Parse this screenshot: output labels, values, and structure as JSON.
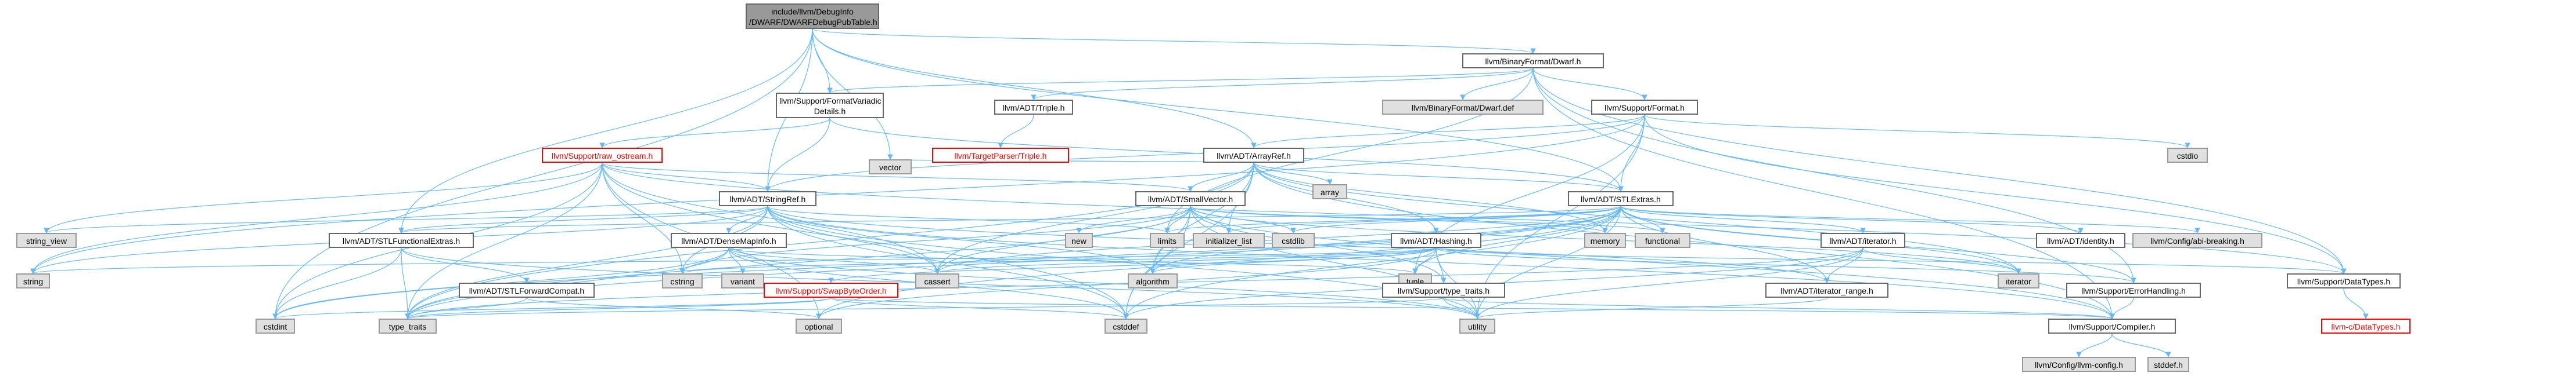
{
  "diagram": {
    "nodes": [
      {
        "id": "root",
        "label": "include/llvm/DebugInfo\n/DWARF/DWARFDebugPubTable.h",
        "kind": "root"
      },
      {
        "id": "bfdwarf",
        "label": "llvm/BinaryFormat/Dwarf.h",
        "kind": "local"
      },
      {
        "id": "fmtvar",
        "label": "llvm/Support/FormatVariadic\nDetails.h",
        "kind": "local"
      },
      {
        "id": "triple",
        "label": "llvm/ADT/Triple.h",
        "kind": "local"
      },
      {
        "id": "dwarfdef",
        "label": "llvm/BinaryFormat/Dwarf.def",
        "kind": "ext"
      },
      {
        "id": "format",
        "label": "llvm/Support/Format.h",
        "kind": "local"
      },
      {
        "id": "cstdio",
        "label": "cstdio",
        "kind": "ext"
      },
      {
        "id": "rawostream",
        "label": "llvm/Support/raw_ostream.h",
        "kind": "red"
      },
      {
        "id": "tptriple",
        "label": "llvm/TargetParser/Triple.h",
        "kind": "red"
      },
      {
        "id": "arrayref",
        "label": "llvm/ADT/ArrayRef.h",
        "kind": "local"
      },
      {
        "id": "vector",
        "label": "vector",
        "kind": "ext"
      },
      {
        "id": "array",
        "label": "array",
        "kind": "ext"
      },
      {
        "id": "stlextras",
        "label": "llvm/ADT/STLExtras.h",
        "kind": "local"
      },
      {
        "id": "stringref",
        "label": "llvm/ADT/StringRef.h",
        "kind": "local"
      },
      {
        "id": "smallvector",
        "label": "llvm/ADT/SmallVector.h",
        "kind": "local"
      },
      {
        "id": "string_view",
        "label": "string_view",
        "kind": "ext"
      },
      {
        "id": "stlfunc",
        "label": "llvm/ADT/STLFunctionalExtras.h",
        "kind": "local"
      },
      {
        "id": "new",
        "label": "new",
        "kind": "ext"
      },
      {
        "id": "limits",
        "label": "limits",
        "kind": "ext"
      },
      {
        "id": "initlist",
        "label": "initializer_list",
        "kind": "ext"
      },
      {
        "id": "cstdlib",
        "label": "cstdlib",
        "kind": "ext"
      },
      {
        "id": "memory",
        "label": "memory",
        "kind": "ext"
      },
      {
        "id": "functional",
        "label": "functional",
        "kind": "ext"
      },
      {
        "id": "identity",
        "label": "llvm/ADT/identity.h",
        "kind": "local"
      },
      {
        "id": "abibreaking",
        "label": "llvm/Config/abi-breaking.h",
        "kind": "ext"
      },
      {
        "id": "string",
        "label": "string",
        "kind": "ext"
      },
      {
        "id": "densemapinfo",
        "label": "llvm/ADT/DenseMapInfo.h",
        "kind": "local"
      },
      {
        "id": "hashing",
        "label": "llvm/ADT/Hashing.h",
        "kind": "local"
      },
      {
        "id": "iteratorh",
        "label": "llvm/ADT/iterator.h",
        "kind": "local"
      },
      {
        "id": "cstring",
        "label": "cstring",
        "kind": "ext"
      },
      {
        "id": "variant",
        "label": "variant",
        "kind": "ext"
      },
      {
        "id": "swapbyte",
        "label": "llvm/Support/SwapByteOrder.h",
        "kind": "red"
      },
      {
        "id": "cassert",
        "label": "cassert",
        "kind": "ext"
      },
      {
        "id": "algorithm",
        "label": "algorithm",
        "kind": "ext"
      },
      {
        "id": "tuple",
        "label": "tuple",
        "kind": "ext"
      },
      {
        "id": "iterator",
        "label": "iterator",
        "kind": "ext"
      },
      {
        "id": "datatypes",
        "label": "llvm/Support/DataTypes.h",
        "kind": "local"
      },
      {
        "id": "stlfwd",
        "label": "llvm/ADT/STLForwardCompat.h",
        "kind": "local"
      },
      {
        "id": "typetraits",
        "label": "llvm/Support/type_traits.h",
        "kind": "local"
      },
      {
        "id": "iterrange",
        "label": "llvm/ADT/iterator_range.h",
        "kind": "local"
      },
      {
        "id": "errhandling",
        "label": "llvm/Support/ErrorHandling.h",
        "kind": "local"
      },
      {
        "id": "cdatatypes",
        "label": "llvm-c/DataTypes.h",
        "kind": "red"
      },
      {
        "id": "cstdint",
        "label": "cstdint",
        "kind": "ext"
      },
      {
        "id": "type_traits",
        "label": "type_traits",
        "kind": "ext"
      },
      {
        "id": "optional",
        "label": "optional",
        "kind": "ext"
      },
      {
        "id": "cstddef",
        "label": "cstddef",
        "kind": "ext"
      },
      {
        "id": "utility",
        "label": "utility",
        "kind": "ext"
      },
      {
        "id": "compiler",
        "label": "llvm/Support/Compiler.h",
        "kind": "local"
      },
      {
        "id": "llvmconfig",
        "label": "llvm/Config/llvm-config.h",
        "kind": "ext"
      },
      {
        "id": "stddef",
        "label": "stddef.h",
        "kind": "ext"
      }
    ],
    "edges": [
      [
        "root",
        "bfdwarf"
      ],
      [
        "root",
        "fmtvar"
      ],
      [
        "root",
        "arrayref"
      ],
      [
        "root",
        "stringref"
      ],
      [
        "root",
        "vector"
      ],
      [
        "root",
        "stlextras"
      ],
      [
        "root",
        "cstdint"
      ],
      [
        "root",
        "stlfunc"
      ],
      [
        "bfdwarf",
        "triple"
      ],
      [
        "bfdwarf",
        "dwarfdef"
      ],
      [
        "bfdwarf",
        "format"
      ],
      [
        "bfdwarf",
        "errhandling"
      ],
      [
        "bfdwarf",
        "datatypes"
      ],
      [
        "bfdwarf",
        "compiler"
      ],
      [
        "bfdwarf",
        "limits"
      ],
      [
        "bfdwarf",
        "fmtvar"
      ],
      [
        "fmtvar",
        "rawostream"
      ],
      [
        "fmtvar",
        "stringref"
      ],
      [
        "fmtvar",
        "stlextras"
      ],
      [
        "triple",
        "tptriple"
      ],
      [
        "format",
        "arrayref"
      ],
      [
        "format",
        "stlextras"
      ],
      [
        "format",
        "stringref"
      ],
      [
        "format",
        "datatypes"
      ],
      [
        "format",
        "cstdio"
      ],
      [
        "format",
        "string"
      ],
      [
        "format",
        "tuple"
      ],
      [
        "format",
        "utility"
      ],
      [
        "rawostream",
        "stringref"
      ],
      [
        "rawostream",
        "smallvector"
      ],
      [
        "rawostream",
        "datatypes"
      ],
      [
        "rawostream",
        "cassert"
      ],
      [
        "rawostream",
        "cstddef"
      ],
      [
        "rawostream",
        "cstdint"
      ],
      [
        "rawostream",
        "cstring"
      ],
      [
        "rawostream",
        "optional"
      ],
      [
        "rawostream",
        "string"
      ],
      [
        "rawostream",
        "string_view"
      ],
      [
        "rawostream",
        "system_error"
      ],
      [
        "rawostream",
        "type_traits"
      ],
      [
        "arrayref",
        "hashing"
      ],
      [
        "arrayref",
        "smallvector"
      ],
      [
        "arrayref",
        "stlextras"
      ],
      [
        "arrayref",
        "compiler"
      ],
      [
        "arrayref",
        "algorithm"
      ],
      [
        "arrayref",
        "array"
      ],
      [
        "arrayref",
        "cassert"
      ],
      [
        "arrayref",
        "cstddef"
      ],
      [
        "arrayref",
        "initlist"
      ],
      [
        "arrayref",
        "iterator"
      ],
      [
        "arrayref",
        "memory"
      ],
      [
        "arrayref",
        "type_traits"
      ],
      [
        "arrayref",
        "vector"
      ],
      [
        "stlextras",
        "stlforward"
      ],
      [
        "stlextras",
        "stlfunc"
      ],
      [
        "stlextras",
        "identity"
      ],
      [
        "stlextras",
        "iteratorh"
      ],
      [
        "stlextras",
        "iterrange"
      ],
      [
        "stlextras",
        "abibreaking"
      ],
      [
        "stlextras",
        "errhandling"
      ],
      [
        "stlextras",
        "algorithm"
      ],
      [
        "stlextras",
        "cassert"
      ],
      [
        "stlextras",
        "cstddef"
      ],
      [
        "stlextras",
        "cstdint"
      ],
      [
        "stlextras",
        "cstdlib"
      ],
      [
        "stlextras",
        "functional"
      ],
      [
        "stlextras",
        "initlist"
      ],
      [
        "stlextras",
        "iterator"
      ],
      [
        "stlextras",
        "limits"
      ],
      [
        "stlextras",
        "memory"
      ],
      [
        "stlextras",
        "optional"
      ],
      [
        "stlextras",
        "tuple"
      ],
      [
        "stlextras",
        "type_traits"
      ],
      [
        "stlextras",
        "utility"
      ],
      [
        "stringref",
        "densemapinfo"
      ],
      [
        "stringref",
        "stlfunc"
      ],
      [
        "stringref",
        "iterrange"
      ],
      [
        "stringref",
        "compiler"
      ],
      [
        "stringref",
        "algorithm"
      ],
      [
        "stringref",
        "cassert"
      ],
      [
        "stringref",
        "cstddef"
      ],
      [
        "stringref",
        "cstring"
      ],
      [
        "stringref",
        "limits"
      ],
      [
        "stringref",
        "string"
      ],
      [
        "stringref",
        "string_view"
      ],
      [
        "stringref",
        "type_traits"
      ],
      [
        "stringref",
        "utility"
      ],
      [
        "smallvector",
        "compiler"
      ],
      [
        "smallvector",
        "typetraits"
      ],
      [
        "smallvector",
        "algorithm"
      ],
      [
        "smallvector",
        "cassert"
      ],
      [
        "smallvector",
        "cstddef"
      ],
      [
        "smallvector",
        "cstdlib"
      ],
      [
        "smallvector",
        "cstring"
      ],
      [
        "smallvector",
        "functional"
      ],
      [
        "smallvector",
        "initlist"
      ],
      [
        "smallvector",
        "iterator"
      ],
      [
        "smallvector",
        "limits"
      ],
      [
        "smallvector",
        "memory"
      ],
      [
        "smallvector",
        "new"
      ],
      [
        "smallvector",
        "type_traits"
      ],
      [
        "smallvector",
        "utility"
      ],
      [
        "densemapinfo",
        "cassert"
      ],
      [
        "densemapinfo",
        "cstddef"
      ],
      [
        "densemapinfo",
        "cstdint"
      ],
      [
        "densemapinfo",
        "tuple"
      ],
      [
        "densemapinfo",
        "type_traits"
      ],
      [
        "densemapinfo",
        "utility"
      ],
      [
        "densemapinfo",
        "variant"
      ],
      [
        "hashing",
        "errhandling"
      ],
      [
        "hashing",
        "datatypes"
      ],
      [
        "hashing",
        "swapbyte"
      ],
      [
        "hashing",
        "typetraits"
      ],
      [
        "hashing",
        "algorithm"
      ],
      [
        "hashing",
        "cassert"
      ],
      [
        "hashing",
        "cstring"
      ],
      [
        "hashing",
        "optional"
      ],
      [
        "hashing",
        "string"
      ],
      [
        "hashing",
        "tuple"
      ],
      [
        "hashing",
        "utility"
      ],
      [
        "iteratorh",
        "iterrange"
      ],
      [
        "iteratorh",
        "cstddef"
      ],
      [
        "iteratorh",
        "iterator"
      ],
      [
        "iteratorh",
        "type_traits"
      ],
      [
        "iteratorh",
        "utility"
      ],
      [
        "stlfunc",
        "stlfwd"
      ],
      [
        "stlfunc",
        "cstdint"
      ],
      [
        "stlfunc",
        "type_traits"
      ],
      [
        "stlfunc",
        "utility"
      ],
      [
        "stlfwd",
        "optional"
      ],
      [
        "stlfwd",
        "type_traits"
      ],
      [
        "typetraits",
        "compiler"
      ],
      [
        "typetraits",
        "type_traits"
      ],
      [
        "typetraits",
        "utility"
      ],
      [
        "iterrange",
        "utility"
      ],
      [
        "errhandling",
        "compiler"
      ],
      [
        "datatypes",
        "cdatatypes"
      ],
      [
        "swapbyte",
        "compiler"
      ],
      [
        "swapbyte",
        "cstddef"
      ],
      [
        "swapbyte",
        "cstdint"
      ],
      [
        "swapbyte",
        "type_traits"
      ],
      [
        "compiler",
        "llvmconfig"
      ],
      [
        "compiler",
        "stddef"
      ]
    ]
  }
}
